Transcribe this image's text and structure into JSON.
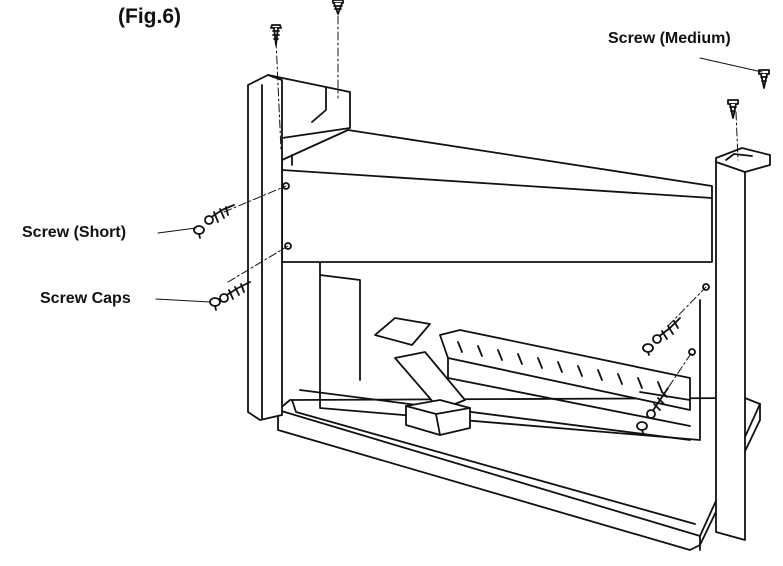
{
  "figure": {
    "title": "(Fig.6)"
  },
  "callouts": {
    "screw_medium": "Screw (Medium)",
    "screw_short": "Screw (Short)",
    "screw_caps": "Screw Caps"
  },
  "colors": {
    "line": "#111111",
    "background": "#ffffff"
  }
}
